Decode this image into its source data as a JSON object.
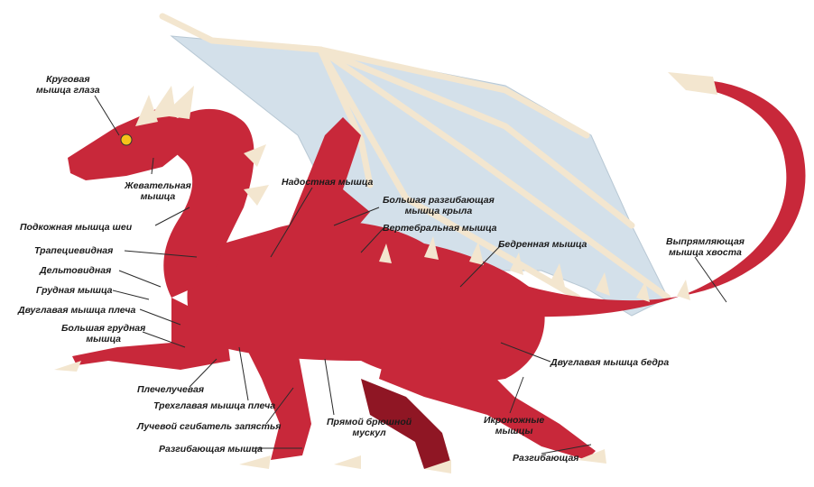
{
  "colors": {
    "muscle": "#c8283a",
    "muscle_dark": "#8f1624",
    "tendon": "#f3e6cf",
    "membrane": "#d3e0ea",
    "leader": "#2a2a2a"
  },
  "labels": {
    "eye_muscle": [
      "Круговая",
      "мышца глаза"
    ],
    "masseter": [
      "Жевательная",
      "мышца"
    ],
    "neck_subcutaneous": "Подкожная мышца шеи",
    "trapezius": "Трапециевидная",
    "deltoid": "Дельтовидная",
    "pectoral": "Грудная мышца",
    "biceps": "Двуглавая мышца плеча",
    "pectoral_major": [
      "Большая грудная",
      "мышца"
    ],
    "brachioradialis": "Плечелучевая",
    "triceps": "Трехглавая мышца плеча",
    "wrist_flexor": "Лучевой сгибатель запястья",
    "forearm_extensor": "Разгибающая мышца",
    "rectus_abdominis": [
      "Прямой брюшной",
      "мускул"
    ],
    "supraspinatus": "Надостная мышца",
    "wing_extensor": [
      "Большая разгибающая",
      "мышца крыла"
    ],
    "vertebral": "Вертебральная мышца",
    "femoral": "Бедренная мышца",
    "tail_extensor": [
      "Выпрямляющая",
      "мышца хвоста"
    ],
    "biceps_femoris": "Двуглавая мышца бедра",
    "calf": [
      "Икроножные",
      "мышцы"
    ],
    "hind_extensor": "Разгибающая"
  }
}
